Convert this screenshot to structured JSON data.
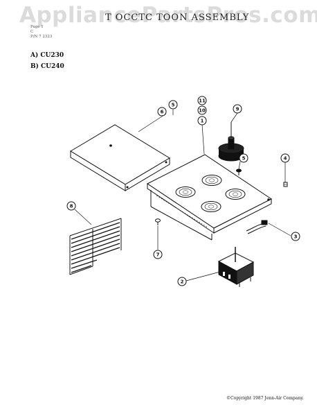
{
  "watermark": "AppliancePartsPros.com",
  "header": {
    "small_line_1": "Page 1",
    "small_line_2": "C",
    "small_line_3": "P/N 7  2323",
    "title": "T  OCCTC  TOON  ASSEMBLY"
  },
  "models": [
    "A) CU230",
    "B) CU240"
  ],
  "callouts": [
    {
      "id": "callout-1",
      "label": "1"
    },
    {
      "id": "callout-2",
      "label": "2"
    },
    {
      "id": "callout-3",
      "label": "3"
    },
    {
      "id": "callout-4",
      "label": "4"
    },
    {
      "id": "callout-5-top",
      "label": "5"
    },
    {
      "id": "callout-5-right",
      "label": "5"
    },
    {
      "id": "callout-6",
      "label": "6"
    },
    {
      "id": "callout-7",
      "label": "7"
    },
    {
      "id": "callout-8",
      "label": "8"
    },
    {
      "id": "callout-9",
      "label": "9"
    },
    {
      "id": "callout-10",
      "label": "10"
    },
    {
      "id": "callout-11",
      "label": "11"
    }
  ],
  "copyright": "©Copyright 1987 Jenn-Air Company."
}
